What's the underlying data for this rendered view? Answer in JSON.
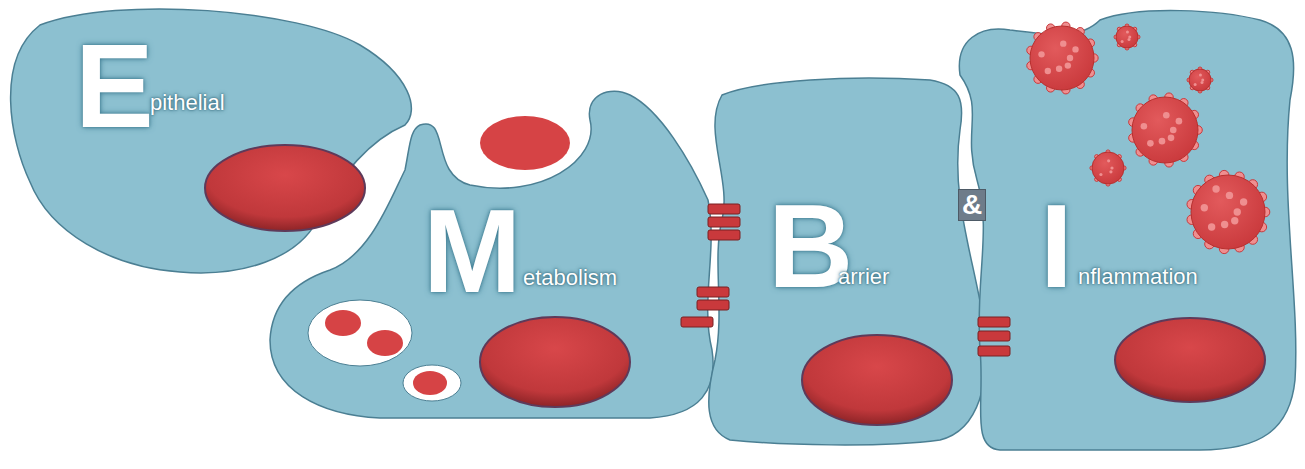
{
  "diagram": {
    "nodes": [
      {
        "text": [
          "E",
          "pithelial"
        ]
      },
      {
        "text": [
          "M",
          "etabolism"
        ]
      },
      {
        "text": [
          "B",
          "arrier"
        ]
      },
      {
        "text": [
          "I",
          "nflammation"
        ]
      }
    ],
    "labels": [
      "&"
    ]
  }
}
